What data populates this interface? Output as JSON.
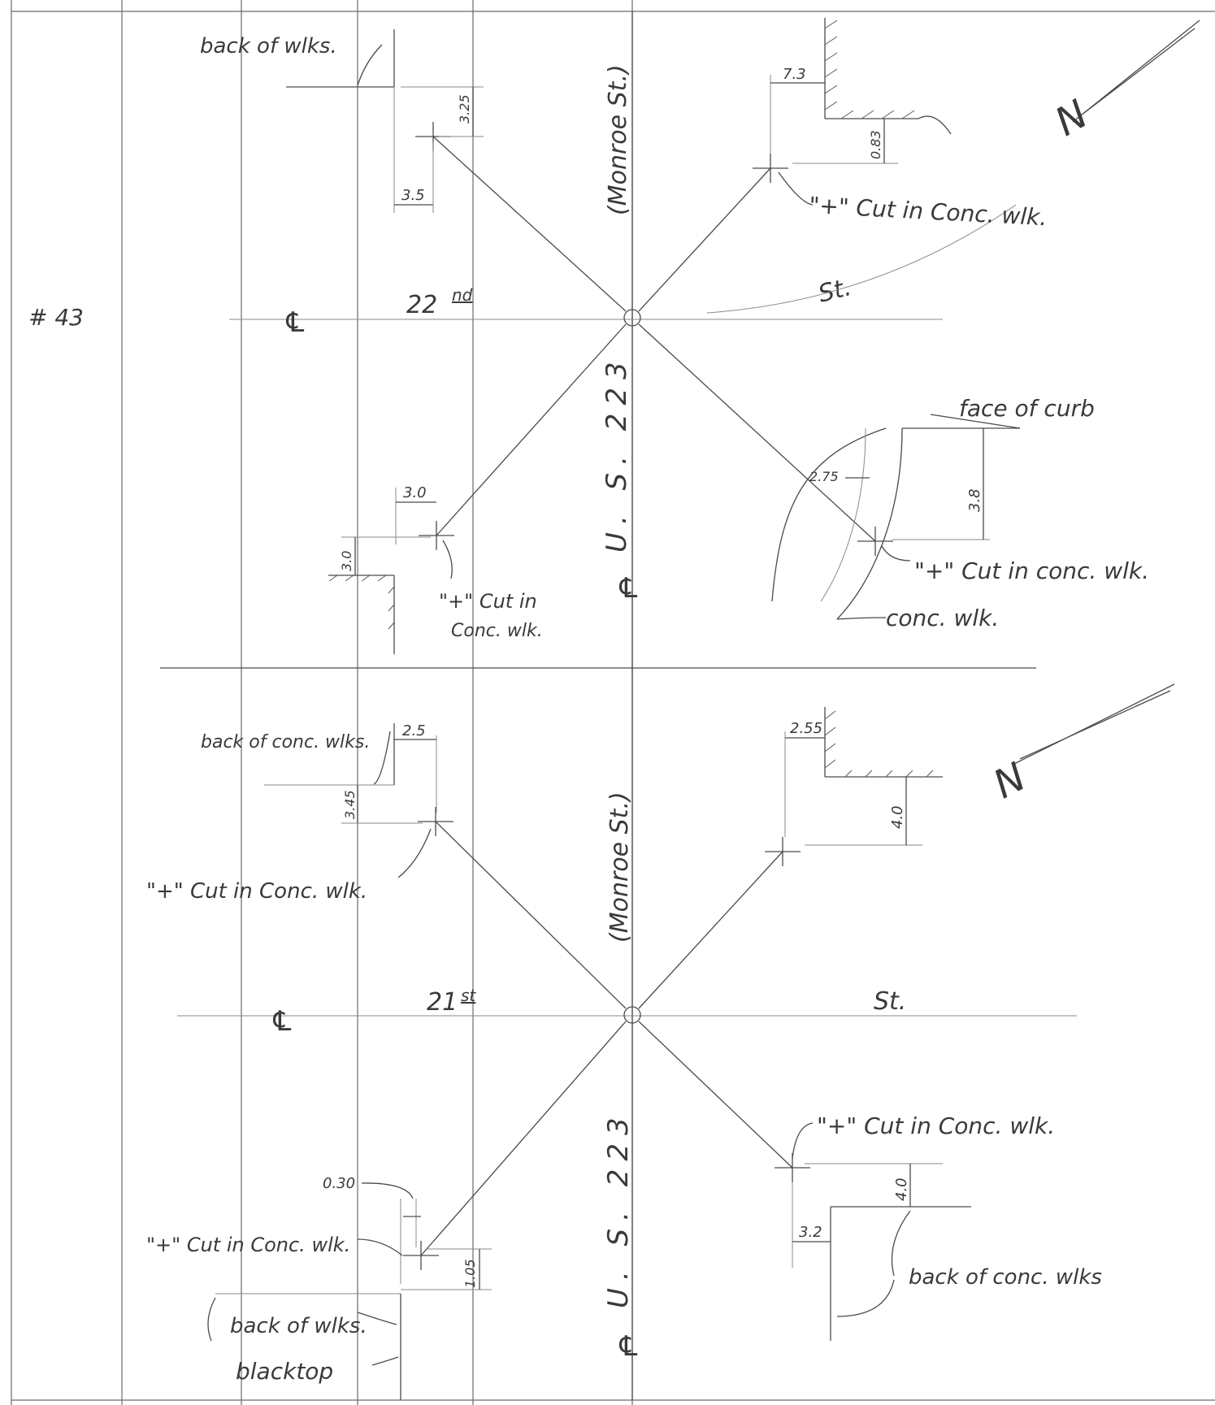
{
  "sheet": {
    "marker": "# 43",
    "arrow_glyph": "↗"
  },
  "top_intersection": {
    "cross_street_number": "22",
    "cross_street_suffix": "nd",
    "cross_street_label": "St.",
    "main_street_upper": "(Monroe St.)",
    "main_street_lower": "U. S. 223",
    "cl_symbol_left": "℄",
    "cl_symbol_bottom": "℄",
    "north_label": "N",
    "nw": {
      "label": "back of wlks.",
      "dim_vertical": "3.25",
      "dim_horizontal": "3.5"
    },
    "ne": {
      "dim_horizontal": "7.3",
      "dim_vertical": "0.83",
      "label": "\"+\" Cut in Conc. wlk."
    },
    "sw": {
      "dim_horizontal": "3.0",
      "dim_vertical": "3.0",
      "label_line1": "\"+\" Cut in",
      "label_line2": "Conc. wlk."
    },
    "se": {
      "label_curb": "face of curb",
      "dim_diag": "2.75",
      "dim_vertical": "3.8",
      "label_cut": "\"+\" Cut in conc. wlk.",
      "label_walk": "conc. wlk."
    }
  },
  "bottom_intersection": {
    "cross_street_number": "21",
    "cross_street_suffix": "st",
    "cross_street_label": "St.",
    "main_street_upper": "(Monroe St.)",
    "main_street_lower": "U. S. 223",
    "cl_symbol_left": "℄",
    "cl_symbol_bottom": "℄",
    "north_label": "N",
    "nw": {
      "label": "back of conc. wlks.",
      "dim_horizontal": "2.5",
      "dim_vertical": "3.45",
      "label_cut": "\"+\" Cut in Conc. wlk."
    },
    "ne": {
      "dim_horizontal": "2.55",
      "dim_vertical": "4.0"
    },
    "sw": {
      "dim_small": "0.30",
      "label_cut": "\"+\" Cut in Conc. wlk.",
      "dim_vertical": "1.05",
      "label_back": "back of wlks.",
      "label_blacktop": "blacktop"
    },
    "se": {
      "label_cut": "\"+\" Cut in Conc. wlk.",
      "dim_vertical": "4.0",
      "dim_horizontal": "3.2",
      "label_back": "back of conc. wlks"
    }
  }
}
